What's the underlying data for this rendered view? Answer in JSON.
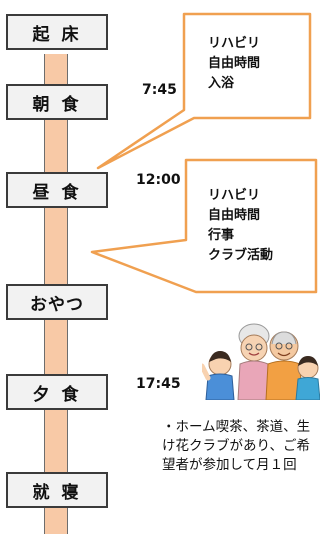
{
  "stages": {
    "wake": "起 床",
    "breakfast": "朝 食",
    "lunch": "昼 食",
    "snack": "おやつ",
    "dinner": "夕 食",
    "bedtime": "就 寝"
  },
  "times": {
    "breakfast": "7:45",
    "lunch": "12:00",
    "dinner": "17:45"
  },
  "callouts": {
    "morning": [
      "リハビリ",
      "自由時間",
      "入浴"
    ],
    "afternoon": [
      "リハビリ",
      "自由時間",
      "行事",
      "クラブ活動"
    ]
  },
  "note": "・ホーム喫茶、茶道、生け花クラブがあり、ご希望者が参加して月１回",
  "colors": {
    "spine": "#f8c9a6",
    "callout_border": "#f0a050",
    "stage_fill": "#f2f2f2"
  },
  "icons": [
    "family-illustration"
  ]
}
